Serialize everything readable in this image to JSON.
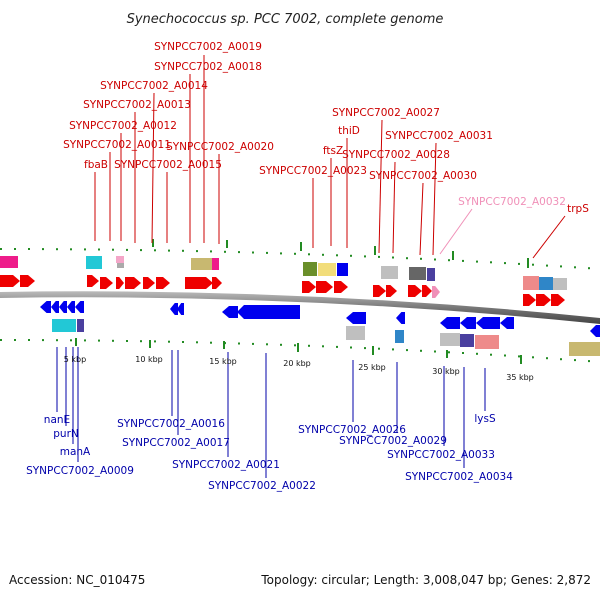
{
  "title": "Synechococcus sp. PCC 7002, complete genome",
  "footer": {
    "accession": "Accession: NC_010475",
    "summary": "Topology: circular; Length: 3,008,047 bp; Genes: 2,872"
  },
  "scale_labels": [
    "5 kbp",
    "10 kbp",
    "15 kbp",
    "20 kbp",
    "25 kbp",
    "30 kbp",
    "35 kbp"
  ],
  "forward_genes": [
    "fbaB",
    "SYNPCC7002_A0011",
    "SYNPCC7002_A0012",
    "SYNPCC7002_A0013",
    "SYNPCC7002_A0014",
    "SYNPCC7002_A0015",
    "SYNPCC7002_A0018",
    "SYNPCC7002_A0019",
    "SYNPCC7002_A0020",
    "SYNPCC7002_A0023",
    "ftsZ",
    "thiD",
    "SYNPCC7002_A0027",
    "SYNPCC7002_A0028",
    "SYNPCC7002_A0031",
    "SYNPCC7002_A0030",
    "SYNPCC7002_A0032",
    "trpS"
  ],
  "reverse_genes": [
    "nanE",
    "purN",
    "manA",
    "SYNPCC7002_A0009",
    "SYNPCC7002_A0016",
    "SYNPCC7002_A0017",
    "SYNPCC7002_A0021",
    "SYNPCC7002_A0022",
    "SYNPCC7002_A0026",
    "SYNPCC7002_A0029",
    "SYNPCC7002_A0033",
    "lysS",
    "SYNPCC7002_A0034"
  ],
  "colors": {
    "forward_gene": "#ee0000",
    "reverse_gene": "#0000ee",
    "forward_label": "#cc0000",
    "reverse_label": "#0000aa",
    "pseudo_gene": "#f090b8",
    "backbone": "#777777",
    "ticks": "#228b22"
  }
}
